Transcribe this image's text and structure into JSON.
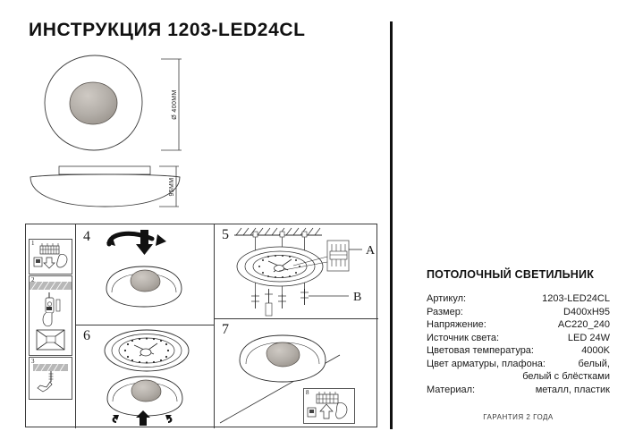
{
  "document": {
    "title": "ИНСТРУКЦИЯ 1203-LED24CL"
  },
  "drawings": {
    "top_view": {
      "name": "top-view",
      "dimension_label": "Ø 400MM"
    },
    "side_view": {
      "name": "side-view",
      "dimension_label": "95MM"
    }
  },
  "steps": {
    "panel_1": {
      "number": "1"
    },
    "panel_2": {
      "number": "2"
    },
    "panel_3": {
      "number": "3"
    },
    "panel_4": {
      "number": "4"
    },
    "panel_5": {
      "number": "5",
      "callout_a": "A",
      "callout_b": "B"
    },
    "panel_6": {
      "number": "6"
    },
    "panel_7": {
      "number": "7"
    },
    "panel_8": {
      "number": "8"
    }
  },
  "spec": {
    "heading": "ПОТОЛОЧНЫЙ СВЕТИЛЬНИК",
    "rows": [
      {
        "label": "Артикул:",
        "value": "1203-LED24CL"
      },
      {
        "label": "Размер:",
        "value": "D400xH95"
      },
      {
        "label": "Напряжение:",
        "value": "AC220_240"
      },
      {
        "label": "Источник света:",
        "value": "LED 24W"
      },
      {
        "label": "Цветовая температура:",
        "value": "4000K"
      },
      {
        "label": "Цвет арматуры, плафона:",
        "value": "белый,",
        "value_line2": "белый с блёстками"
      },
      {
        "label": "Материал:",
        "value": "металл, пластик"
      }
    ],
    "warranty": "ГАРАНТИЯ 2 ГОДА"
  },
  "colors": {
    "ink": "#111111",
    "line": "#3a3a3a",
    "shade_light": "#e8e6e3",
    "shade_mid": "#b9b4ae",
    "shade_dark": "#8d8882"
  }
}
